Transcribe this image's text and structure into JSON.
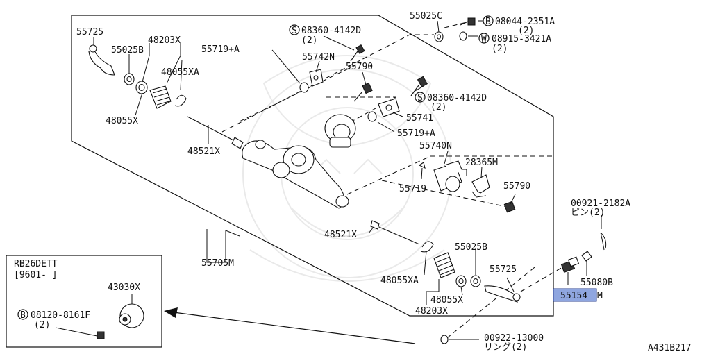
{
  "diagram_id": "A431B217",
  "callouts": {
    "c55725_top": "55725",
    "c55025b_top": "55025B",
    "c48203x_top": "48203X",
    "c48055xa_top": "48055XA",
    "c48055x_top": "48055X",
    "c48521x_top": "48521X",
    "c55719a_top": "55719+A",
    "c55742n": "55742N",
    "c08360_top": "08360-4142D",
    "c08360_top_qty": "(2)",
    "c55790_top": "55790",
    "c55025c": "55025C",
    "c08044": "08044-2351A",
    "c08044_qty": "(2)",
    "c08915": "08915-3421A",
    "c08915_qty": "(2)",
    "c08360_mid": "08360-4142D",
    "c08360_mid_qty": "(2)",
    "c55741": "55741",
    "c55719a_mid": "55719+A",
    "c55740n": "55740N",
    "c28365m": "28365M",
    "c55719": "55719",
    "c55790_mid": "55790",
    "c00921": "00921-2182A",
    "c00921_sub": "ピン(2)",
    "c48521x_bot": "48521X",
    "c55705m": "55705M",
    "c55025b_bot": "55025B",
    "c55725_bot": "55725",
    "c55080b": "55080B",
    "c55154m_num": "55154",
    "c55154m_suffix": "M",
    "c48055xa_bot": "48055XA",
    "c48055x_bot": "48055X",
    "c48203x_bot": "48203X",
    "c00922": "00922-13000",
    "c00922_sub": "リング(2)"
  },
  "badges": {
    "s_top": "S",
    "s_mid": "S",
    "b_top": "B",
    "w_top": "W",
    "b_inset": "B"
  },
  "inset": {
    "engine": "RB26DETT",
    "date_range": "[9601-      ]",
    "part_43030x": "43030X",
    "part_08120": "08120-8161F",
    "part_08120_qty": "(2)"
  },
  "colors": {
    "highlight": "#8fa6e0",
    "highlight_border": "#2a3f8f",
    "line": "#111111"
  }
}
